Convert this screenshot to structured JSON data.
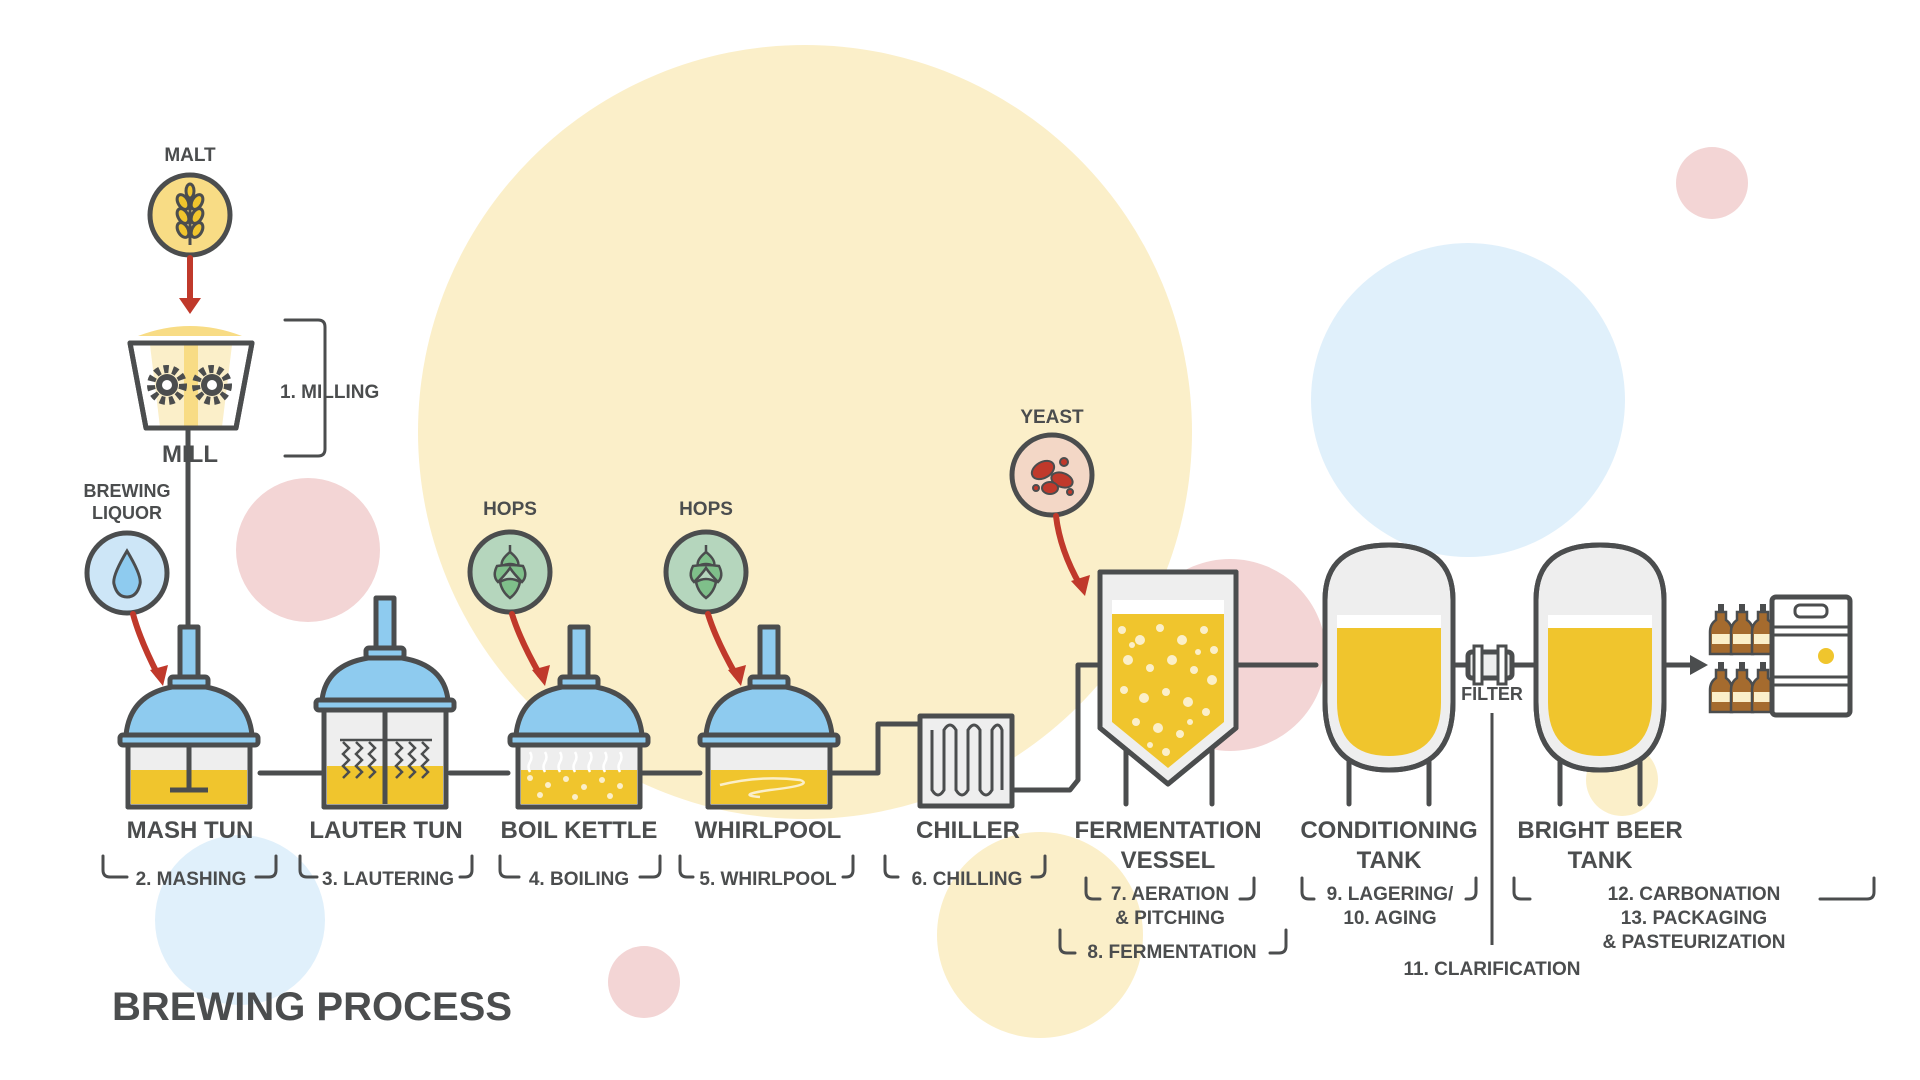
{
  "title": "BREWING PROCESS",
  "ingredients": {
    "malt": "MALT",
    "brewing_liquor_line1": "BREWING",
    "brewing_liquor_line2": "LIQUOR",
    "hops_1": "HOPS",
    "hops_2": "HOPS",
    "yeast": "YEAST"
  },
  "equipment": {
    "mill": "MILL",
    "mash_tun": "MASH TUN",
    "lauter_tun": "LAUTER TUN",
    "boil_kettle": "BOIL KETTLE",
    "whirlpool": "WHIRLPOOL",
    "chiller": "CHILLER",
    "fermentation_vessel_line1": "FERMENTATION",
    "fermentation_vessel_line2": "VESSEL",
    "conditioning_tank_line1": "CONDITIONING",
    "conditioning_tank_line2": "TANK",
    "filter": "FILTER",
    "bright_beer_tank_line1": "BRIGHT BEER",
    "bright_beer_tank_line2": "TANK"
  },
  "steps": {
    "milling": "1. MILLING",
    "mashing": "2. MASHING",
    "lautering": "3. LAUTERING",
    "boiling": "4. BOILING",
    "whirlpool": "5. WHIRLPOOL",
    "chilling": "6. CHILLING",
    "aeration_line1": "7. AERATION",
    "aeration_line2": "& PITCHING",
    "fermentation": "8. FERMENTATION",
    "lagering_line1": "9. LAGERING/",
    "lagering_line2": "10. AGING",
    "clarification": "11. CLARIFICATION",
    "carbonation_line1": "12. CARBONATION",
    "carbonation_line2": "13. PACKAGING",
    "carbonation_line3": "& PASTEURIZATION"
  },
  "colors": {
    "outline": "#4b4d4e",
    "beer": "#f0c52d",
    "lid_blue": "#8ecbef",
    "arrow_red": "#c0392b",
    "bg_yellow": "#fbefc9",
    "bg_pink": "#f3d5d5",
    "bg_blue": "#e0f0fb",
    "hops_green": "#b5d6bd",
    "yeast_peach": "#f3d7c6",
    "steel": "#eeeeee"
  },
  "icons": [
    "wheat-icon",
    "water-drop-icon",
    "hop-cone-icon",
    "yeast-cells-icon",
    "gear-icon",
    "bottle-icon",
    "keg-icon"
  ]
}
